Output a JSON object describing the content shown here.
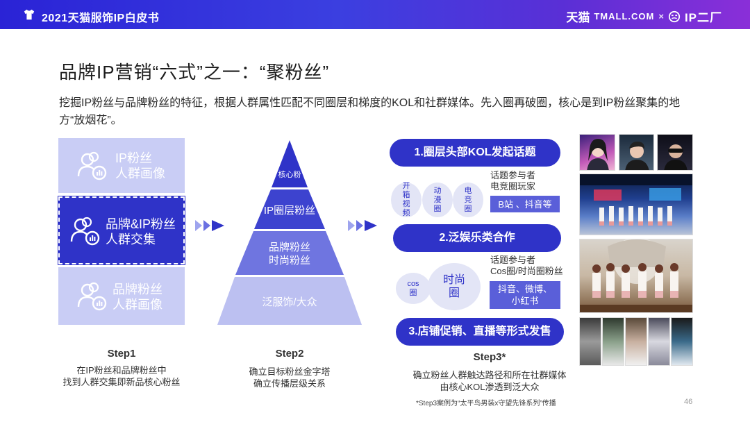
{
  "header": {
    "title": "2021天猫服饰IP白皮书",
    "brand_tm": "天猫",
    "brand_tmall": "TMALL.COM",
    "brand_x": "×",
    "brand_ip": "IP二厂"
  },
  "heading": "品牌IP营销“六式”之一：“聚粉丝”",
  "description": "挖掘IP粉丝与品牌粉丝的特征，根据人群属性匹配不同圈层和梯度的KOL和社群媒体。先入圈再破圈，核心是到IP粉丝聚集的地方“放烟花”。",
  "step1": {
    "boxes": [
      {
        "line1": "IP粉丝",
        "line2": "人群画像"
      },
      {
        "line1": "品牌&IP粉丝",
        "line2": "人群交集"
      },
      {
        "line1": "品牌粉丝",
        "line2": "人群画像"
      }
    ],
    "label": "Step1",
    "desc1": "在IP粉丝和品牌粉丝中",
    "desc2": "找到人群交集即新品核心粉丝"
  },
  "step2": {
    "layers": {
      "top": "核心粉",
      "second": "IP圈层粉丝",
      "third1": "品牌粉丝",
      "third2": "时尚粉丝",
      "bottom": "泛服饰/大众"
    },
    "label": "Step2",
    "desc1": "确立目标粉丝金字塔",
    "desc2": "确立传播层级关系"
  },
  "step3": {
    "pill1": "1.圈层头部KOL发起话题",
    "pill2": "2.泛娱乐类合作",
    "pill3": "3.店铺促销、直播等形式发售",
    "group1": {
      "circles": [
        "开\n箱\n视\n频",
        "动\n漫\n圈",
        "电\n竞\n圈"
      ],
      "side1": "话题参与者",
      "side2": "电竞圈玩家",
      "tag": "B站 、抖音等"
    },
    "group2": {
      "circle_small": "cos\n圈",
      "circle_big": "时尚\n圈",
      "side1": "话题参与者",
      "side2": "Cos圈/时尚圈粉丝",
      "tag": "抖音、微博、\n小红书"
    },
    "label": "Step3*",
    "desc1": "确立粉丝人群触达路径和所在社群媒体",
    "desc2": "由核心KOL渗透到泛大众"
  },
  "footnote": "*Step3案例为“太平鸟男装x守望先锋系列”传播",
  "page_number": "46",
  "colors": {
    "primary": "#2f33c8",
    "light": "#c9cdf5",
    "header_start": "#2a23d6",
    "header_end": "#8a2fd8"
  }
}
